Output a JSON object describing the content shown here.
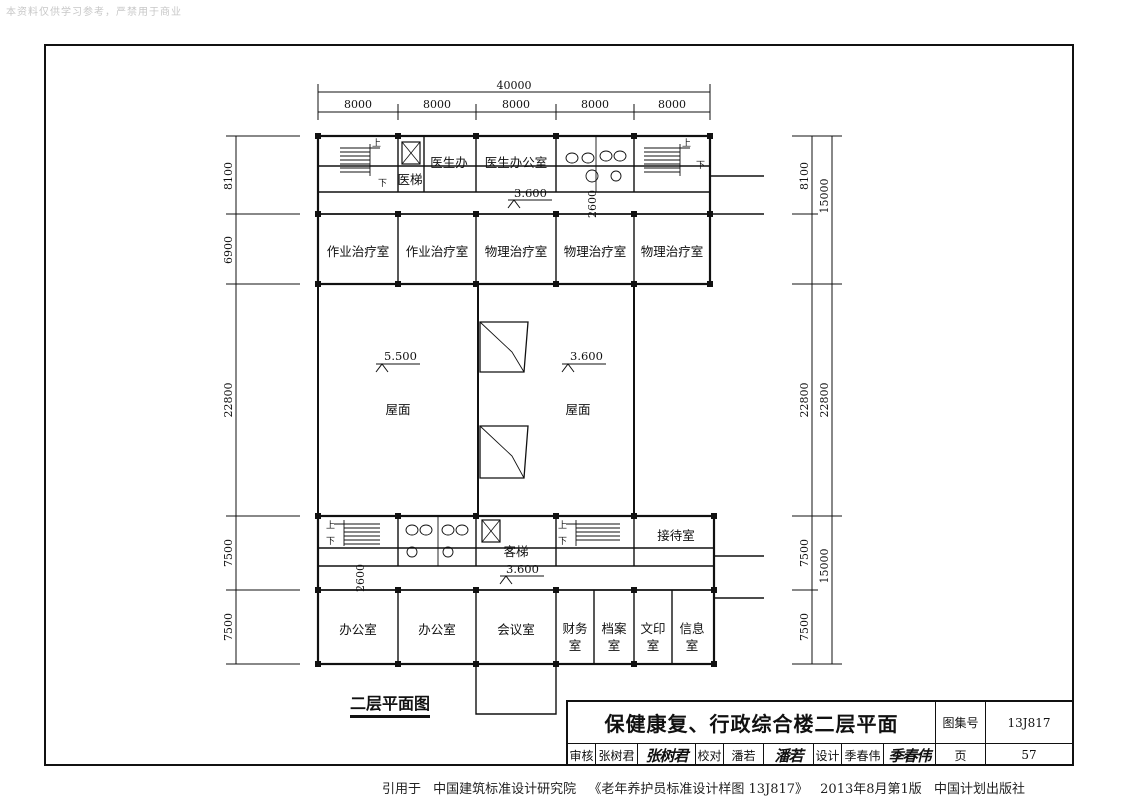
{
  "watermark": "本资料仅供学习参考，严禁用于商业",
  "dimensions": {
    "overall": "40000",
    "bays": [
      "8000",
      "8000",
      "8000",
      "8000",
      "8000"
    ],
    "left_side": [
      "8100",
      "6900",
      "22800",
      "7500",
      "7500"
    ],
    "right_inner": [
      "8100",
      "22800",
      "7500",
      "7500"
    ],
    "right_outer": [
      "15000",
      "22800",
      "15000"
    ],
    "corridor_width": "2600"
  },
  "elevations": {
    "top_corridor": "3.600",
    "roof_left": "5.500",
    "roof_right": "3.600",
    "bottom_corridor": "3.600"
  },
  "rooms": {
    "doctor_office_small": "医生办",
    "doctor_office": "医生办公室",
    "medical_lift": "医梯",
    "occupational_therapy": "作业治疗室",
    "physical_therapy": "物理治疗室",
    "roof": "屋面",
    "guest_lift": "客梯",
    "reception": "接待室",
    "office": "办公室",
    "meeting": "会议室",
    "finance": "财务室",
    "archives": "档案室",
    "printing": "文印室",
    "information": "信息室"
  },
  "stair_labels": {
    "up": "上",
    "down": "下"
  },
  "drawing_caption": "二层平面图",
  "title_block": {
    "title": "保健康复、行政综合楼二层平面",
    "atlas_label": "图集号",
    "atlas_value": "13J817",
    "page_label": "页",
    "page_value": "57",
    "review_label": "审核",
    "reviewer": "张树君",
    "reviewer_sig": "张树君",
    "check_label": "校对",
    "checker": "潘若",
    "checker_sig": "潘若",
    "design_label": "设计",
    "designer": "季春伟",
    "designer_sig": "季春伟"
  },
  "citation": {
    "prefix": "引用于",
    "institute": "中国建筑标准设计研究院",
    "book": "《老年养护员标准设计样图 13J817》",
    "edition": "2013年8月第1版",
    "publisher": "中国计划出版社"
  }
}
